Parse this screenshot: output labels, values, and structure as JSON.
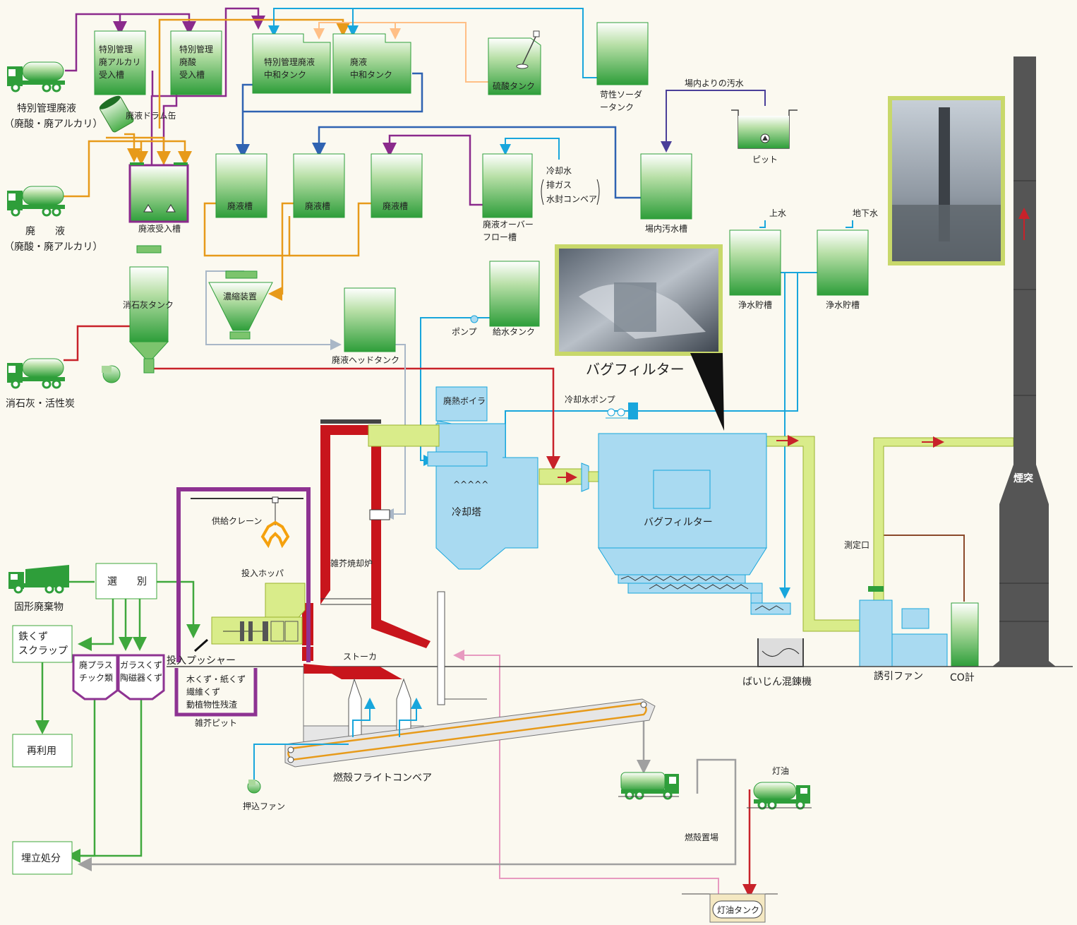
{
  "colors": {
    "background": "#fbf9f0",
    "tank_green_top": "#ffffff",
    "tank_green_bottom": "#2e9e3a",
    "waste_liquid_line": "#e79a1a",
    "special_waste_line": "#8b2a8c",
    "water_line": "#18a6dc",
    "neutralize_line": "#2f63b2",
    "lime_line": "#c8222a",
    "gray_line": "#a9b7c7",
    "pink_line": "#e79ac0",
    "solid_waste_line": "#3fa83d",
    "gas_duct": "#d9ec8a",
    "equipment_blue": "#a9daf1",
    "furnace_red": "#c8151c",
    "chimney": "#555555",
    "bin_purple": "#8e3392",
    "photo_frame": "#c8d86a"
  },
  "sources": {
    "special_waste": {
      "line1": "特別管理廃液",
      "line2": "（廃酸・廃アルカリ）"
    },
    "waste_liquid": {
      "line1": "廃　　液",
      "line2": "（廃酸・廃アルカリ）"
    },
    "lime_carbon": "消石灰・活性炭",
    "solid_waste": "固形廃棄物",
    "drum": "廃液ドラム缶"
  },
  "tanks": {
    "alkali_receiving": [
      "特別管理",
      "廃アルカリ",
      "受入槽"
    ],
    "acid_receiving": [
      "特別管理",
      "廃酸",
      "受入槽"
    ],
    "special_neutralization": [
      "特別管理廃液",
      "中和タンク"
    ],
    "neutralization": [
      "廃液",
      "中和タンク"
    ],
    "sulfuric_acid": "硫酸タンク",
    "caustic_soda": [
      "苛性ソーダ",
      "ータンク"
    ],
    "receiving_tank": "廃液受入槽",
    "waste_tank": "廃液槽",
    "overflow_tank": [
      "廃液オーバー",
      "フロー槽"
    ],
    "site_wastewater": "場内汚水槽",
    "pit": "ピット",
    "site_sewage_note": "場内よりの汚水",
    "cooling_water_note": [
      "冷却水",
      "排ガス",
      "水封コンベア"
    ],
    "clean_water_1": "浄水貯槽",
    "clean_water_2": "浄水貯槽",
    "city_water": "上水",
    "ground_water": "地下水",
    "lime_tank": "消石灰タンク",
    "concentrator": "濃縮装置",
    "head_tank": "廃液ヘッドタンク",
    "feed_water_tank": "給水タンク",
    "pump": "ポンプ"
  },
  "equipment": {
    "boiler": "廃熱ボイラ",
    "cooling_tower": "冷却塔",
    "cooling_pump": "冷却水ポンプ",
    "bag_filter": "バグフィルター",
    "bag_filter_photo_caption": "バグフィルター",
    "incinerator": "雑芥焼却炉",
    "crane": "供給クレーン",
    "hopper": "投入ホッパ",
    "pusher": "投入プッシャー",
    "stoker": "ストーカ",
    "conveyor": "燃殻フライトコンベア",
    "push_fan": "押込ファン",
    "ash_mixer": "ばいじん混錬機",
    "induced_fan": "誘引ファン",
    "co_meter": "CO計",
    "measure_port": "測定口",
    "chimney": "煙突",
    "ash_yard": "燃殻置場",
    "kerosene": "灯油",
    "kerosene_tank": "灯油タンク"
  },
  "solid": {
    "sorting": "選　　別",
    "scrap": [
      "鉄くず",
      "スクラップ"
    ],
    "plastic": [
      "廃プラス",
      "チック類"
    ],
    "glass": [
      "ガラスくず",
      "陶磁器くず"
    ],
    "pit_items": [
      "木くず・紙くず",
      "繊維くず",
      "動植物性残渣"
    ],
    "pit": "雑芥ピット",
    "reuse": "再利用",
    "landfill": "埋立処分"
  }
}
